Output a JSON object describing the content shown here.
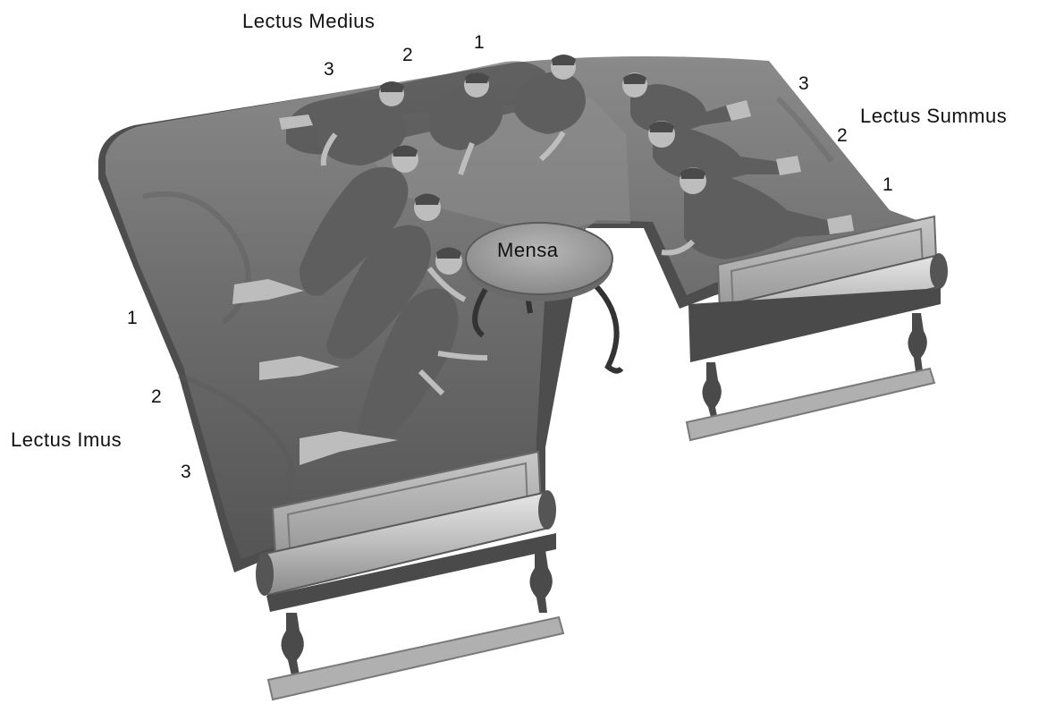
{
  "couches": {
    "medius": {
      "title": "Lectus Medius",
      "positions": [
        "3",
        "2",
        "1"
      ]
    },
    "summus": {
      "title": "Lectus Summus",
      "positions": [
        "3",
        "2",
        "1"
      ]
    },
    "imus": {
      "title": "Lectus Imus",
      "positions": [
        "1",
        "2",
        "3"
      ]
    }
  },
  "table": {
    "label": "Mensa"
  },
  "colors": {
    "background": "#ffffff",
    "mattress": "#6f6f6f",
    "frame": "#a9a9a9",
    "tunic": "#5e5e5e",
    "skin": "#bdbdbd"
  }
}
